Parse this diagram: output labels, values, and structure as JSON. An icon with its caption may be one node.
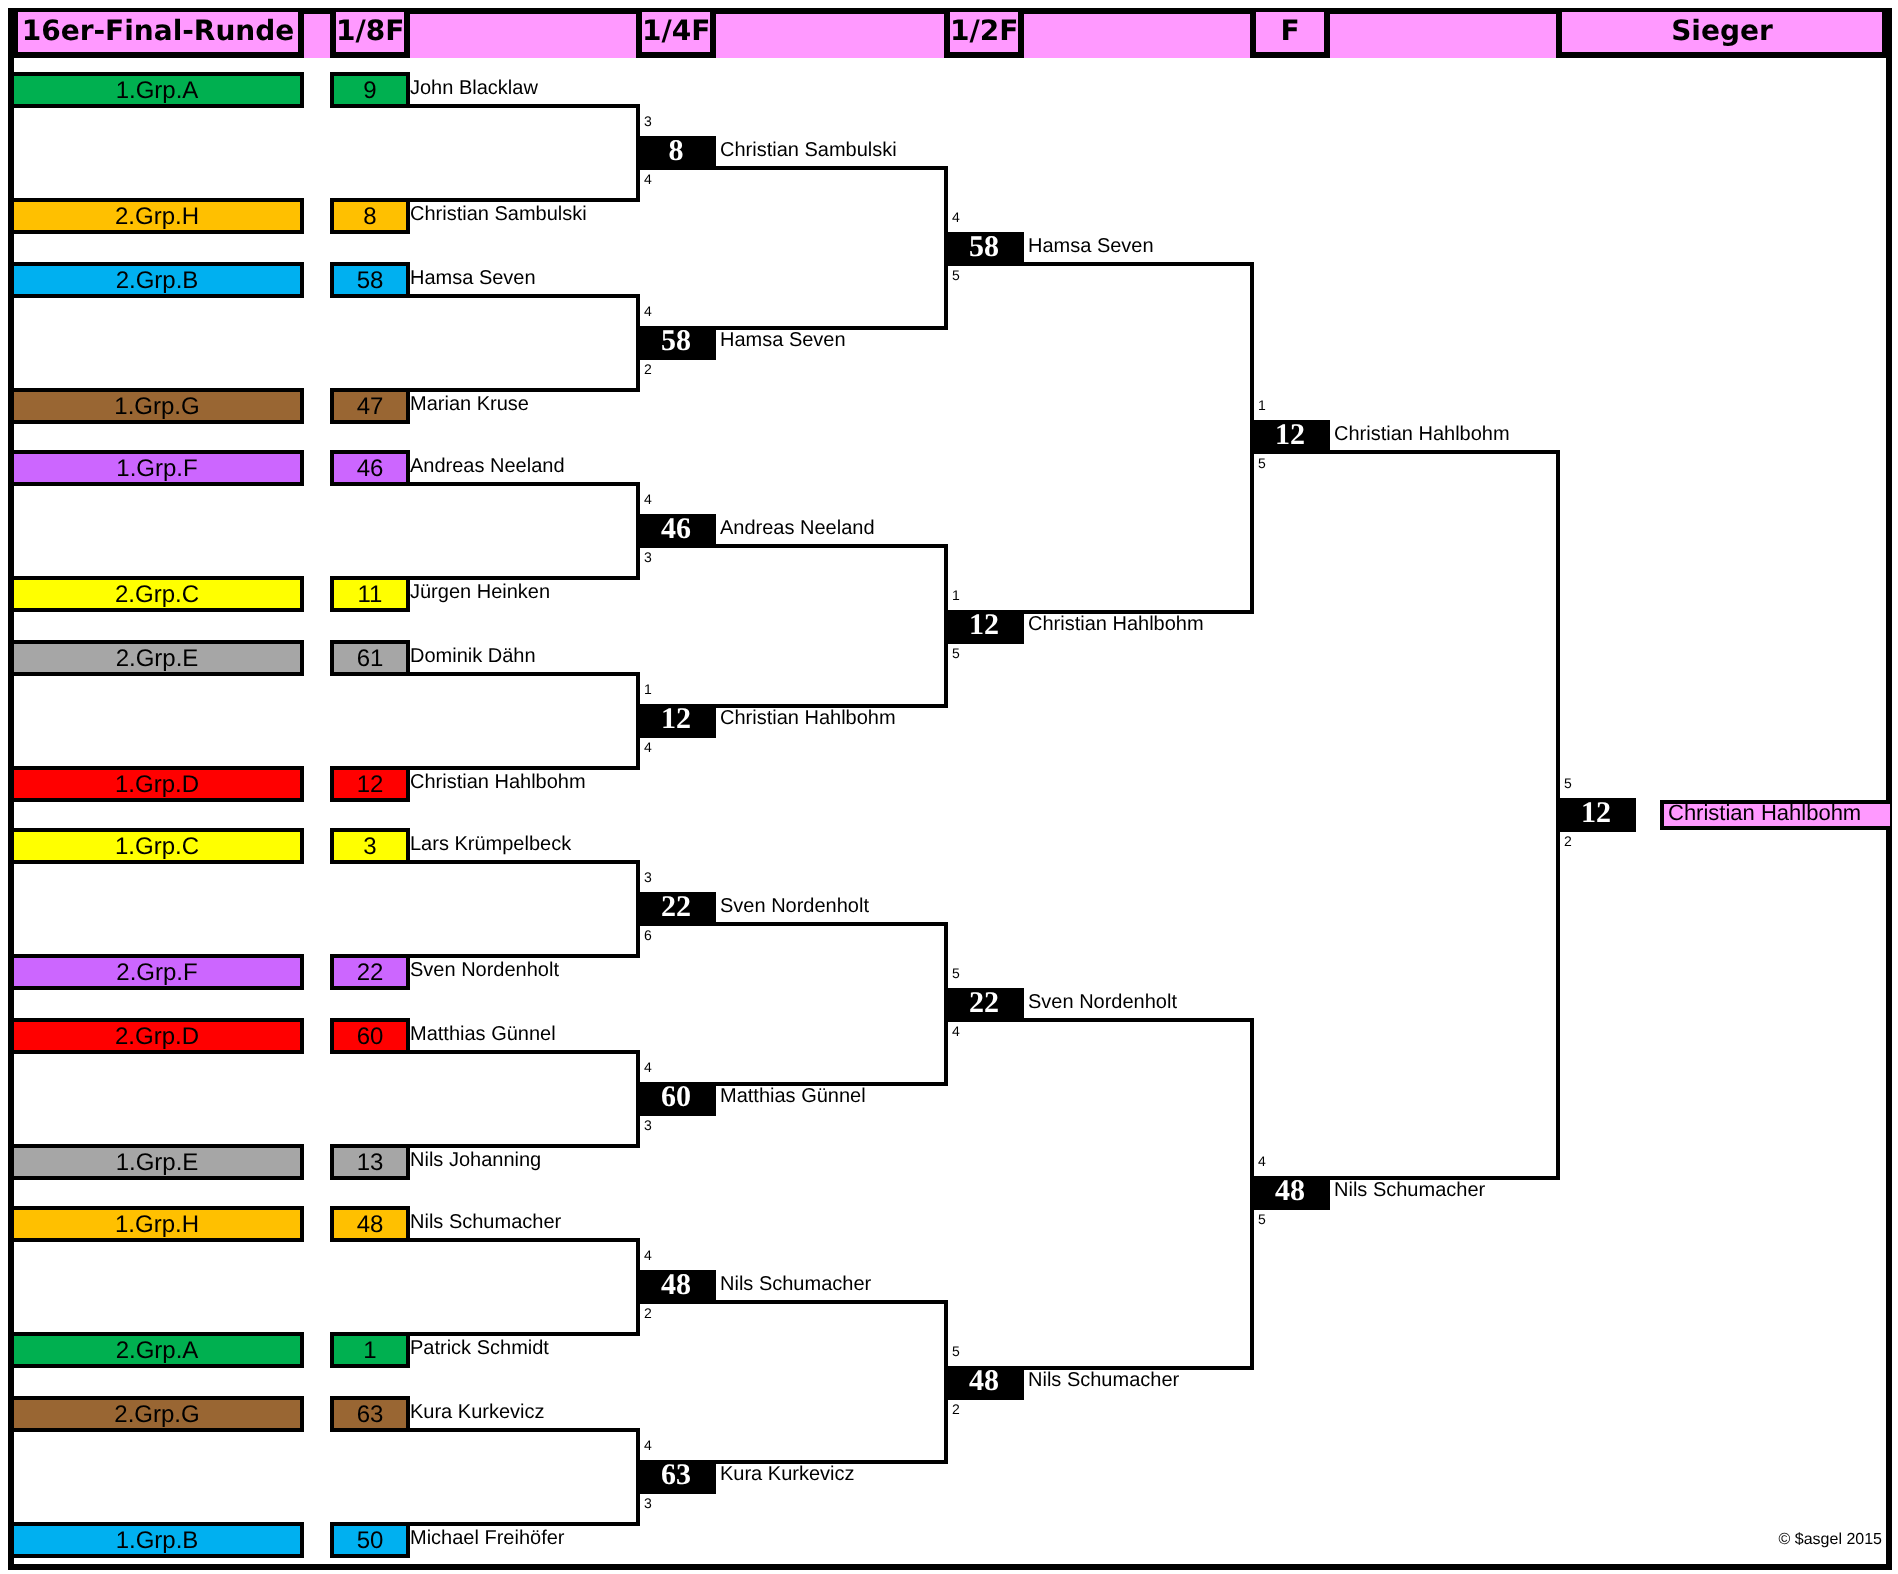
{
  "diagram": {
    "nodes": [
      {
        "text": [
          "16er-Final-Runde"
        ]
      },
      {
        "text": [
          "1/8F"
        ]
      },
      {
        "text": [
          "1/4F"
        ]
      },
      {
        "text": [
          "1/2F"
        ]
      },
      {
        "text": [
          "F"
        ]
      },
      {
        "text": [
          "Sieger"
        ]
      },
      {
        "text": [
          "1.Grp.A"
        ]
      },
      {
        "text": [
          "9"
        ],
        "beside": [
          "John Blacklaw"
        ]
      },
      {
        "text": [
          "2.Grp.H"
        ]
      },
      {
        "text": [
          "8"
        ],
        "beside": [
          "Christian Sambulski"
        ]
      },
      {
        "text": [
          "2.Grp.B"
        ]
      },
      {
        "text": [
          "58"
        ],
        "beside": [
          "Hamsa Seven"
        ]
      },
      {
        "text": [
          "1.Grp.G"
        ]
      },
      {
        "text": [
          "47"
        ],
        "beside": [
          "Marian Kruse"
        ]
      },
      {
        "text": [
          "1.Grp.F"
        ]
      },
      {
        "text": [
          "46"
        ],
        "beside": [
          "Andreas Neeland"
        ]
      },
      {
        "text": [
          "2.Grp.C"
        ]
      },
      {
        "text": [
          "11"
        ],
        "beside": [
          "Jürgen Heinken"
        ]
      },
      {
        "text": [
          "2.Grp.E"
        ]
      },
      {
        "text": [
          "61"
        ],
        "beside": [
          "Dominik Dähn"
        ]
      },
      {
        "text": [
          "1.Grp.D"
        ]
      },
      {
        "text": [
          "12"
        ],
        "beside": [
          "Christian Hahlbohm"
        ]
      },
      {
        "text": [
          "1.Grp.C"
        ]
      },
      {
        "text": [
          "3"
        ],
        "beside": [
          "Lars Krümpelbeck"
        ]
      },
      {
        "text": [
          "2.Grp.F"
        ]
      },
      {
        "text": [
          "22"
        ],
        "beside": [
          "Sven Nordenholt"
        ]
      },
      {
        "text": [
          "2.Grp.D"
        ]
      },
      {
        "text": [
          "60"
        ],
        "beside": [
          "Matthias Günnel"
        ]
      },
      {
        "text": [
          "1.Grp.E"
        ]
      },
      {
        "text": [
          "13"
        ],
        "beside": [
          "Nils Johanning"
        ]
      },
      {
        "text": [
          "1.Grp.H"
        ]
      },
      {
        "text": [
          "48"
        ],
        "beside": [
          "Nils Schumacher"
        ]
      },
      {
        "text": [
          "2.Grp.A"
        ]
      },
      {
        "text": [
          "1"
        ],
        "beside": [
          "Patrick Schmidt"
        ]
      },
      {
        "text": [
          "2.Grp.G"
        ]
      },
      {
        "text": [
          "63"
        ],
        "beside": [
          "Kura Kurkevicz"
        ]
      },
      {
        "text": [
          "1.Grp.B"
        ]
      },
      {
        "text": [
          "50"
        ],
        "beside": [
          "Michael Freihöfer"
        ]
      },
      {
        "text": [
          "8"
        ],
        "beside": [
          "Christian Sambulski"
        ]
      },
      {
        "text": [
          "58"
        ],
        "beside": [
          "Hamsa Seven"
        ]
      },
      {
        "text": [
          "46"
        ],
        "beside": [
          "Andreas Neeland"
        ]
      },
      {
        "text": [
          "12"
        ],
        "beside": [
          "Christian Hahlbohm"
        ]
      },
      {
        "text": [
          "22"
        ],
        "beside": [
          "Sven Nordenholt"
        ]
      },
      {
        "text": [
          "60"
        ],
        "beside": [
          "Matthias Günnel"
        ]
      },
      {
        "text": [
          "48"
        ],
        "beside": [
          "Nils Schumacher"
        ]
      },
      {
        "text": [
          "63"
        ],
        "beside": [
          "Kura Kurkevicz"
        ]
      },
      {
        "text": [
          "58"
        ],
        "beside": [
          "Hamsa Seven"
        ]
      },
      {
        "text": [
          "12"
        ],
        "beside": [
          "Christian Hahlbohm"
        ]
      },
      {
        "text": [
          "22"
        ],
        "beside": [
          "Sven Nordenholt"
        ]
      },
      {
        "text": [
          "48"
        ],
        "beside": [
          "Nils Schumacher"
        ]
      },
      {
        "text": [
          "12"
        ],
        "beside": [
          "Christian Hahlbohm"
        ]
      },
      {
        "text": [
          "48"
        ],
        "beside": [
          "Nils Schumacher"
        ]
      },
      {
        "text": [
          "12"
        ]
      },
      {
        "text": [
          "Christian Hahlbohm"
        ]
      }
    ],
    "edges": [
      {
        "from": 7,
        "to": 38,
        "arrow": "none",
        "label": "3"
      },
      {
        "from": 9,
        "to": 38,
        "arrow": "none",
        "label": "4"
      },
      {
        "from": 11,
        "to": 39,
        "arrow": "none",
        "label": "4"
      },
      {
        "from": 13,
        "to": 39,
        "arrow": "none",
        "label": "2"
      },
      {
        "from": 15,
        "to": 40,
        "arrow": "none",
        "label": "4"
      },
      {
        "from": 17,
        "to": 40,
        "arrow": "none",
        "label": "3"
      },
      {
        "from": 19,
        "to": 41,
        "arrow": "none",
        "label": "1"
      },
      {
        "from": 21,
        "to": 41,
        "arrow": "none",
        "label": "4"
      },
      {
        "from": 23,
        "to": 42,
        "arrow": "none",
        "label": "3"
      },
      {
        "from": 25,
        "to": 42,
        "arrow": "none",
        "label": "6"
      },
      {
        "from": 27,
        "to": 43,
        "arrow": "none",
        "label": "4"
      },
      {
        "from": 29,
        "to": 43,
        "arrow": "none",
        "label": "3"
      },
      {
        "from": 31,
        "to": 44,
        "arrow": "none",
        "label": "4"
      },
      {
        "from": 33,
        "to": 44,
        "arrow": "none",
        "label": "2"
      },
      {
        "from": 35,
        "to": 45,
        "arrow": "none",
        "label": "4"
      },
      {
        "from": 37,
        "to": 45,
        "arrow": "none",
        "label": "3"
      },
      {
        "from": 38,
        "to": 46,
        "arrow": "none",
        "label": "4"
      },
      {
        "from": 39,
        "to": 46,
        "arrow": "none",
        "label": "5"
      },
      {
        "from": 40,
        "to": 47,
        "arrow": "none",
        "label": "1"
      },
      {
        "from": 41,
        "to": 47,
        "arrow": "none",
        "label": "5"
      },
      {
        "from": 42,
        "to": 48,
        "arrow": "none",
        "label": "5"
      },
      {
        "from": 43,
        "to": 48,
        "arrow": "none",
        "label": "4"
      },
      {
        "from": 44,
        "to": 49,
        "arrow": "none",
        "label": "5"
      },
      {
        "from": 45,
        "to": 49,
        "arrow": "none",
        "label": "2"
      },
      {
        "from": 46,
        "to": 50,
        "arrow": "none",
        "label": "1"
      },
      {
        "from": 47,
        "to": 50,
        "arrow": "none",
        "label": "5"
      },
      {
        "from": 48,
        "to": 51,
        "arrow": "none",
        "label": "4"
      },
      {
        "from": 49,
        "to": 51,
        "arrow": "none",
        "label": "5"
      },
      {
        "from": 50,
        "to": 52,
        "arrow": "none",
        "label": "5"
      },
      {
        "from": 51,
        "to": 52,
        "arrow": "none",
        "label": "2"
      }
    ],
    "labels": [
      "© $asgel 2015"
    ]
  }
}
